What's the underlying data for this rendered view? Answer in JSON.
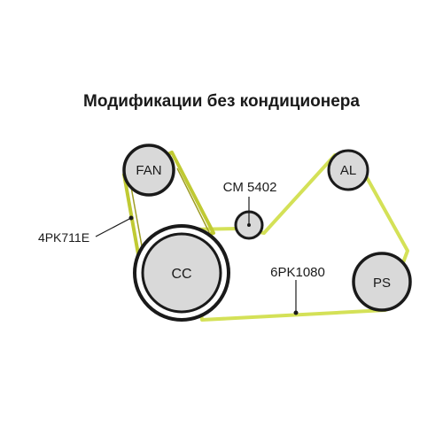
{
  "title": "Модификации без кондиционера",
  "pulleys": {
    "fan": "FAN",
    "cm": "",
    "al": "AL",
    "cc": "CC",
    "ps": "PS"
  },
  "labels": {
    "cm_part": "CM 5402",
    "belt_small": "4PK711E",
    "belt_large": "6PK1080"
  },
  "colors": {
    "belt": "#d4e157",
    "belt_dark": "#9e9d24",
    "pulley_fill": "#d9d9d9",
    "outline": "#1a1a1a"
  }
}
